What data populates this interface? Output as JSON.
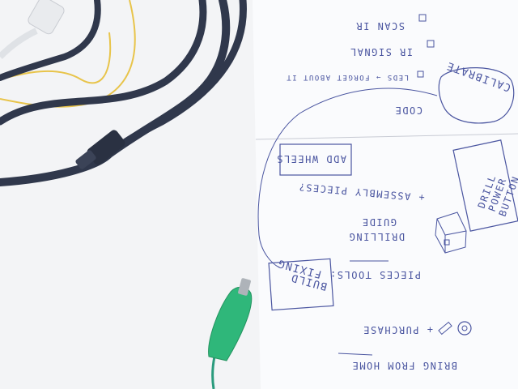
{
  "colors": {
    "table": "#f3f4f6",
    "paper": "#f9fafc",
    "ink": "#4a55a0",
    "cable": "#30384c",
    "yellow_wire": "#e8c44a",
    "clip": "#2fb77a"
  },
  "notes": {
    "scan_ir": "SCAN IR",
    "ir_signal": "IR SIGNAL",
    "leds_forget": "LEDS → FORGET ABOUT IT",
    "calibrate": "CALIBRATE",
    "code": "CODE",
    "add_wheels": "ADD WHEELS",
    "drill_power_button_1": "DRILL",
    "drill_power_button_2": "POWER",
    "drill_power_button_3": "BUTTON",
    "assembly": "+ ASSEMBLY PIECES?",
    "drilling": "DRILLING",
    "guide": "GUIDE",
    "pieces_tools": "PIECES TOOLS:",
    "build_1": "BUILD",
    "build_2": "FIXING",
    "purchase": "+ PURCHASE",
    "bring_from_home": "BRING FROM HOME"
  }
}
